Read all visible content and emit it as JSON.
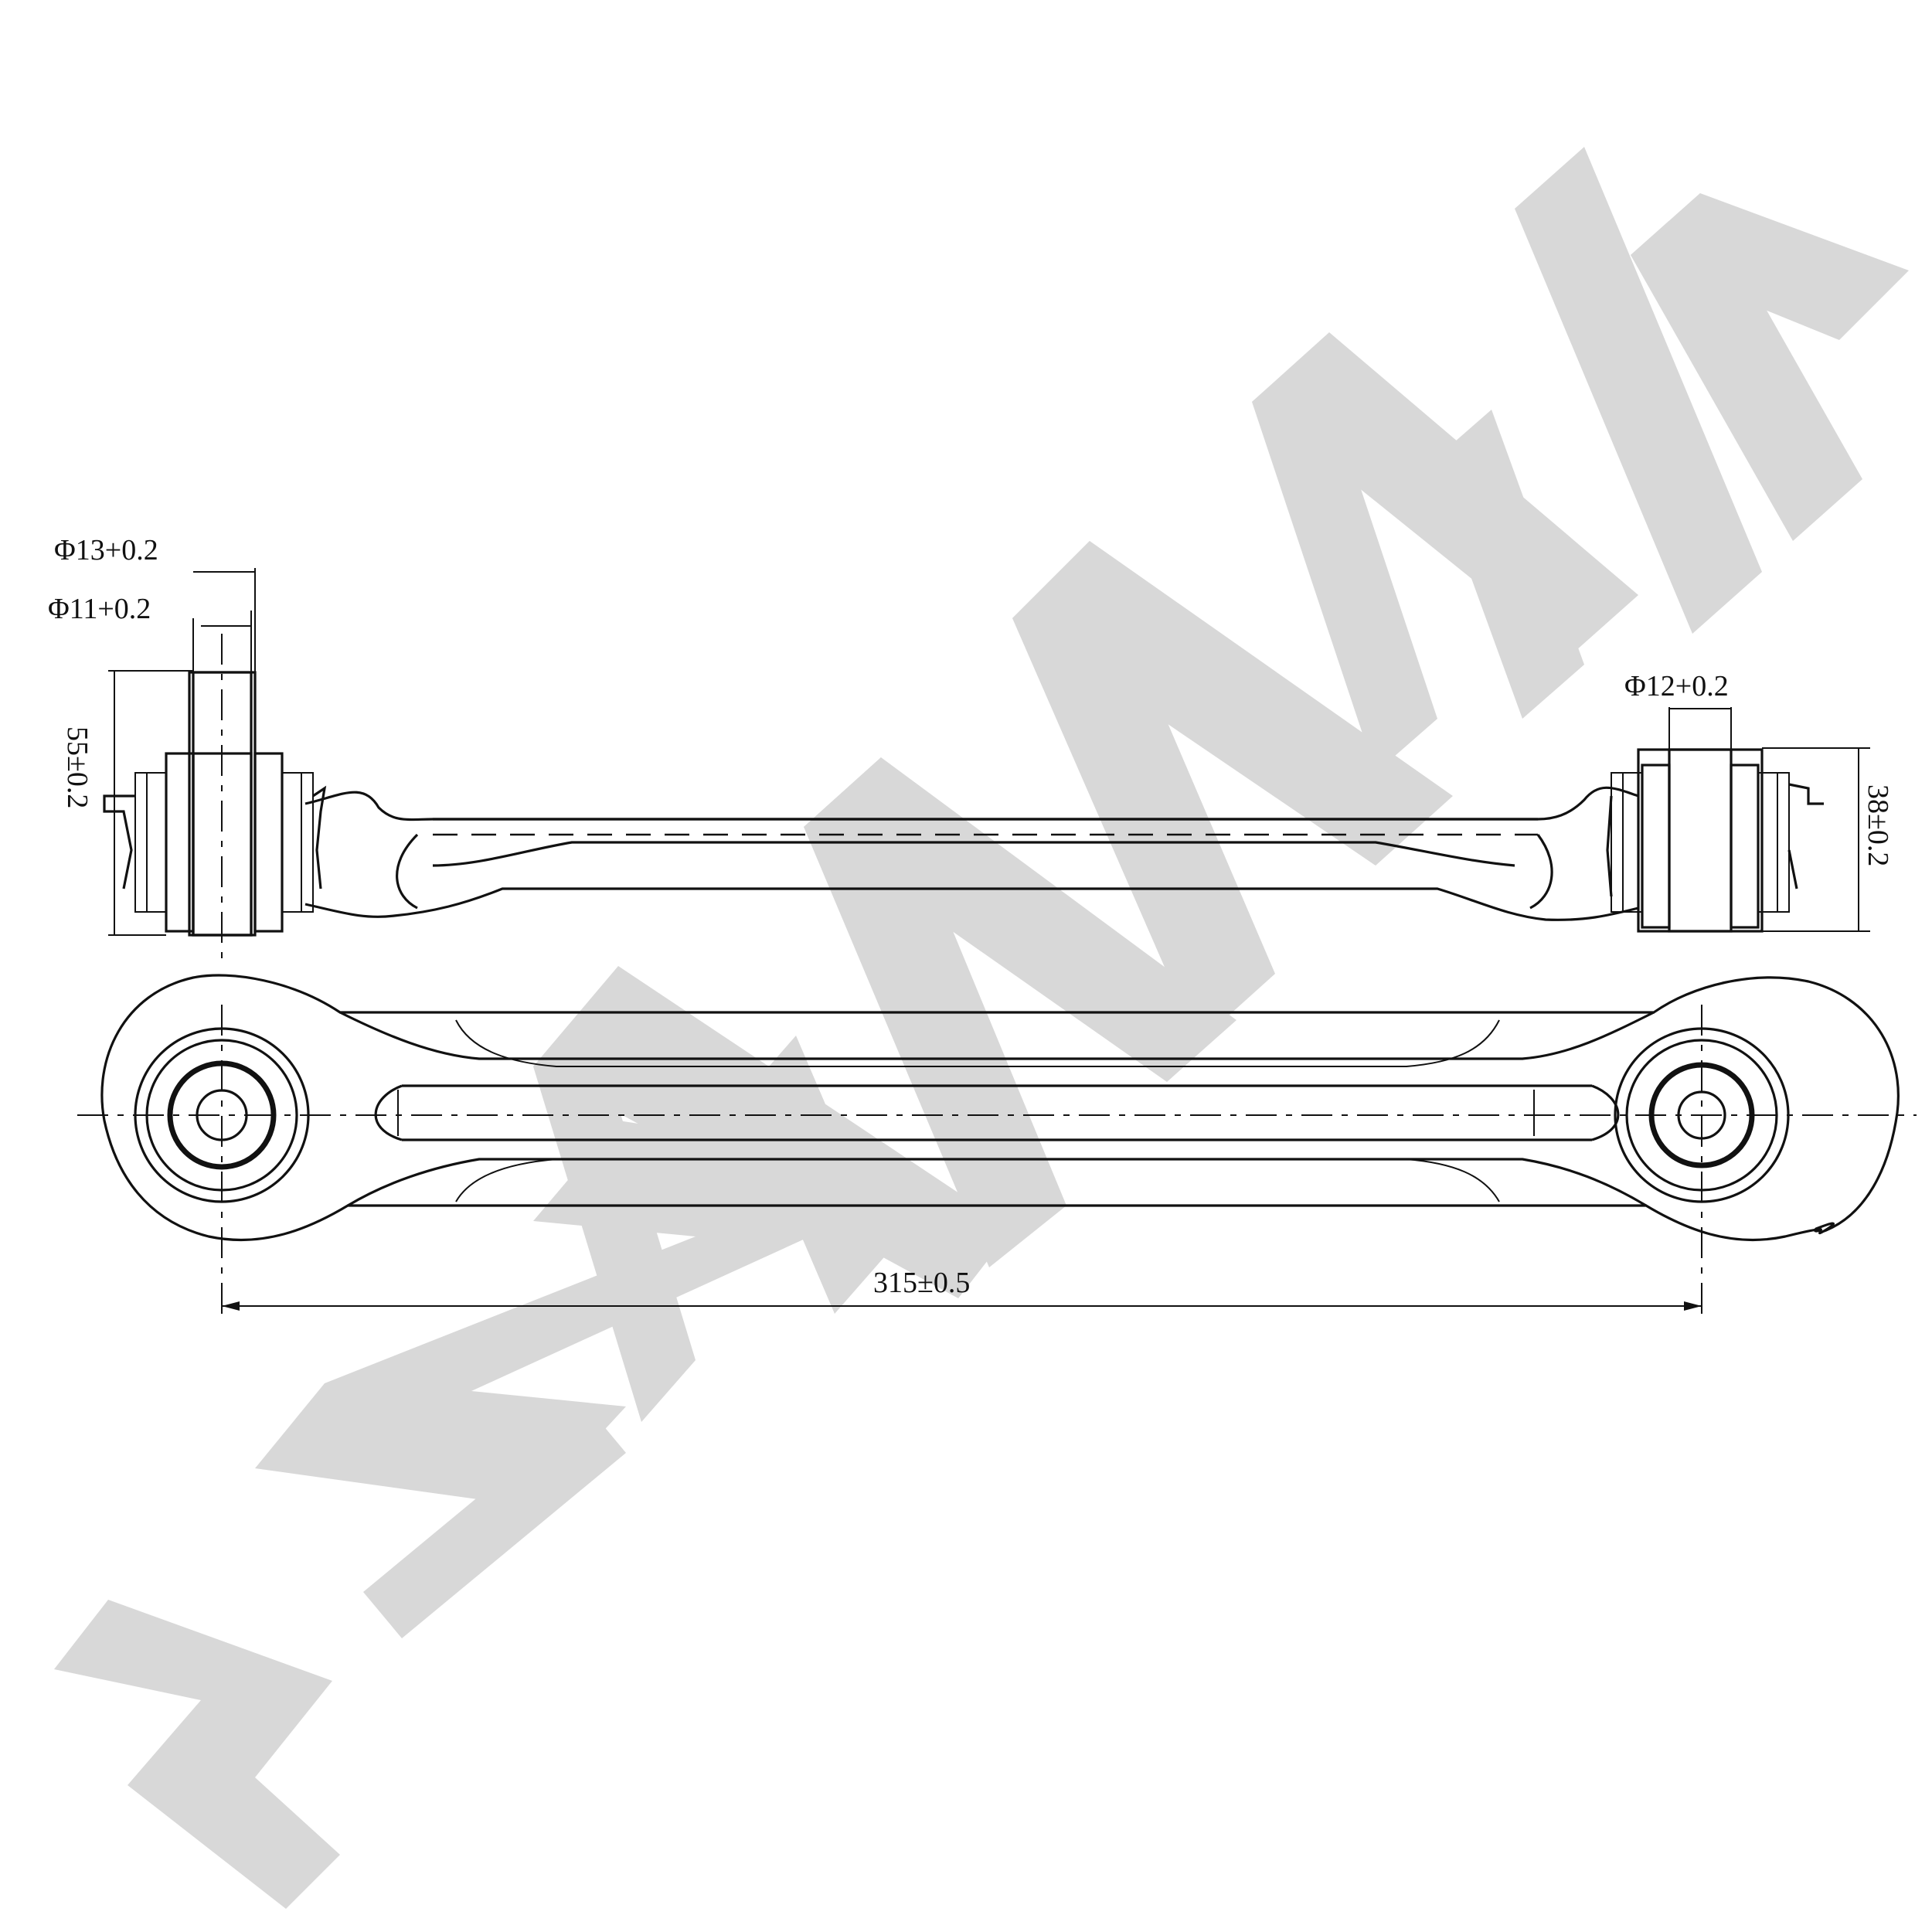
{
  "watermark": {
    "text": "ZENNEK",
    "color": "#d8d8d8"
  },
  "dimensions": {
    "left_outer_bore": "Φ13+0.2",
    "left_inner_bore": "Φ11+0.2",
    "left_height": "55±0.2",
    "right_bore": "Φ12+0.2",
    "right_height": "38±0.2",
    "center_distance": "315±0.5"
  },
  "colors": {
    "line": "#111111",
    "background": "#ffffff"
  }
}
